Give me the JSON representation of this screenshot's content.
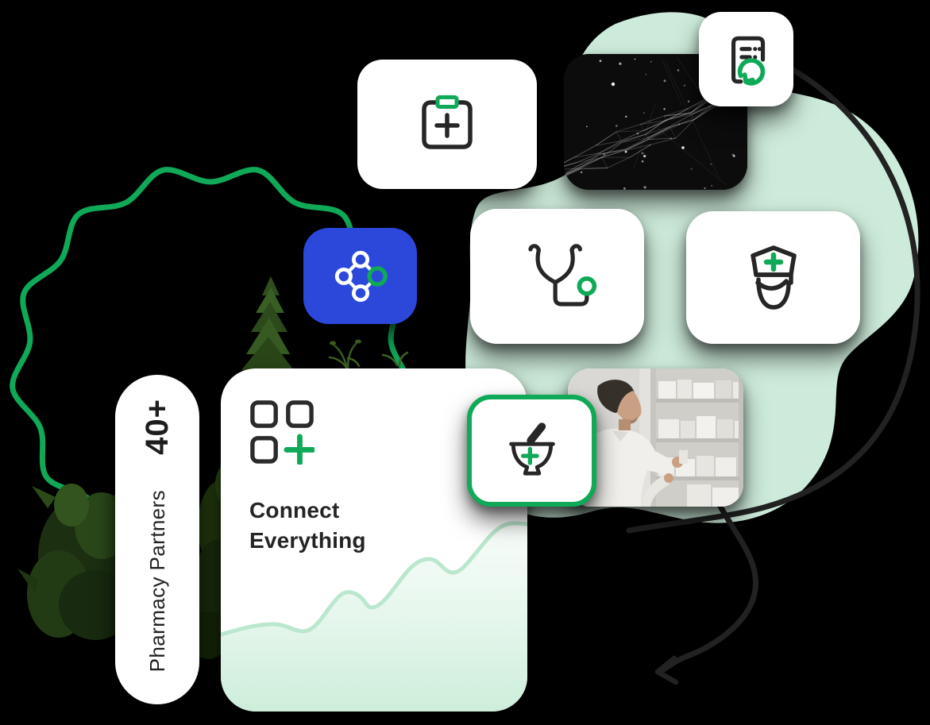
{
  "illustration": {
    "background": "#000000",
    "palette": {
      "accent_green": "#0FA958",
      "mint_blob": "#CDEBDA",
      "node_blue": "#2B48DB",
      "icon_ink": "#262626",
      "card_white": "#FFFFFF",
      "chart_line": "#BAE7CD",
      "chart_fill": "#CDEEDA",
      "arrow_dark": "#222222"
    },
    "stat_card": {
      "value": "40+",
      "label": "Pharmacy Partners"
    },
    "connect_card": {
      "title_line1": "Connect",
      "title_line2": "Everything"
    },
    "tiles": [
      {
        "icon": "medical-kit-plus-icon"
      },
      {
        "icon": "network-plexus-photo"
      },
      {
        "icon": "prescription-refill-icon"
      },
      {
        "icon": "stethoscope-icon"
      },
      {
        "icon": "nurse-cap-icon"
      },
      {
        "icon": "connected-nodes-icon"
      },
      {
        "icon": "mortar-pestle-icon"
      },
      {
        "icon": "pharmacist-photo"
      }
    ]
  }
}
